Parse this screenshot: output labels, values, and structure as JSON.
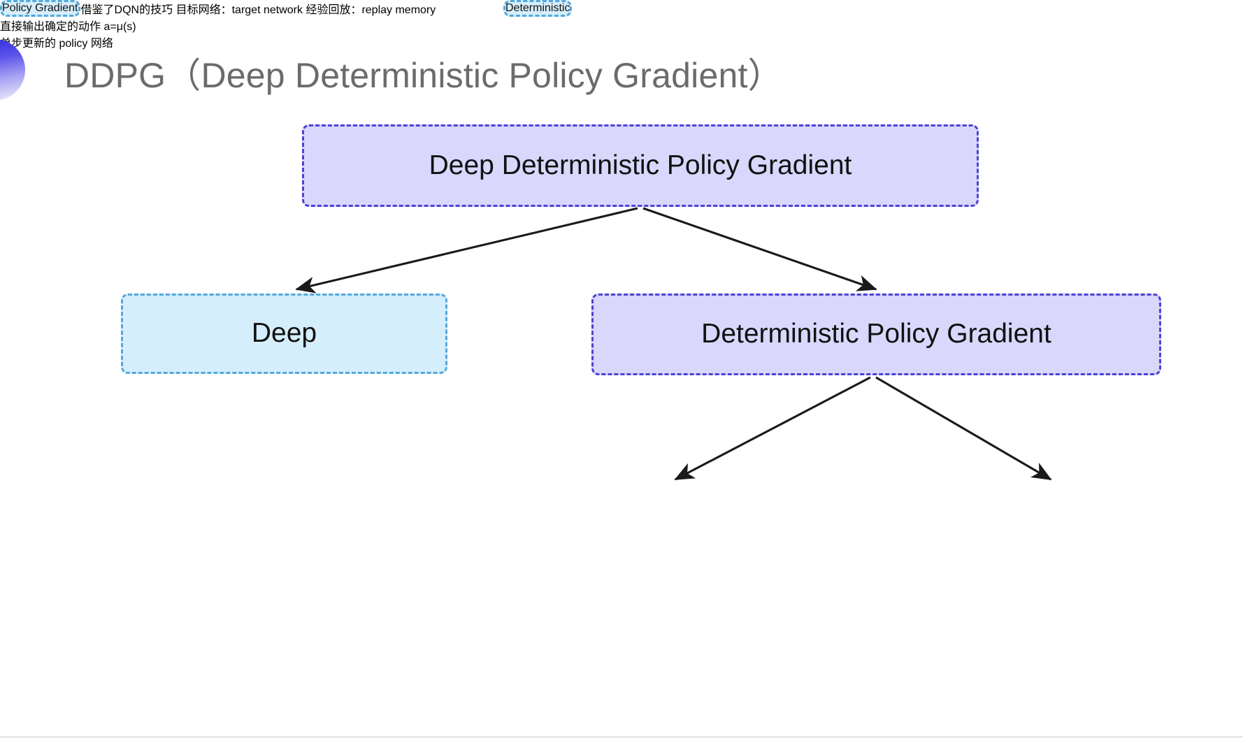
{
  "slide": {
    "title": "DDPG（Deep Deterministic Policy Gradient）",
    "background_color": "#ffffff",
    "bullet_gradient_from": "#2f2be0",
    "bullet_gradient_to": "#f2f1fd"
  },
  "theme": {
    "lavender_fill": "#d9d7fb",
    "lavender_border": "#4b42d6",
    "cyan_fill": "#d5eefb",
    "cyan_border": "#53a8dd",
    "arrow_color": "#1a1a1a",
    "title_color": "#6b6b6b",
    "text_color": "#111111"
  },
  "nodes": {
    "root": {
      "label": "Deep Deterministic Policy Gradient",
      "style": "lavender"
    },
    "deep": {
      "label": "Deep",
      "style": "cyan"
    },
    "dpg": {
      "label": "Deterministic Policy Gradient",
      "style": "lavender"
    },
    "deterministic": {
      "label": "Deterministic",
      "style": "cyan"
    },
    "policy_gradient": {
      "label": "Policy Gradient",
      "style": "cyan"
    }
  },
  "edges": [
    {
      "from": "root",
      "to": "deep"
    },
    {
      "from": "root",
      "to": "dpg"
    },
    {
      "from": "dpg",
      "to": "deterministic"
    },
    {
      "from": "dpg",
      "to": "policy_gradient"
    }
  ],
  "captions": {
    "deep": {
      "line1": "DQN的扩展版，借鉴了DQN的技巧",
      "line2_label": "目标网络：",
      "line2_term": "target network",
      "line3_label": "经验回放：",
      "line3_term": "replay memory"
    },
    "deterministic": {
      "line1": "直接输出确定的动作",
      "formula_lhs": "a",
      "formula_op": "=",
      "formula_rhs": "μ(s)"
    },
    "policy_gradient": {
      "line1": "单步更新的",
      "line2_term": "policy",
      "line2_rest": " 网络"
    }
  }
}
